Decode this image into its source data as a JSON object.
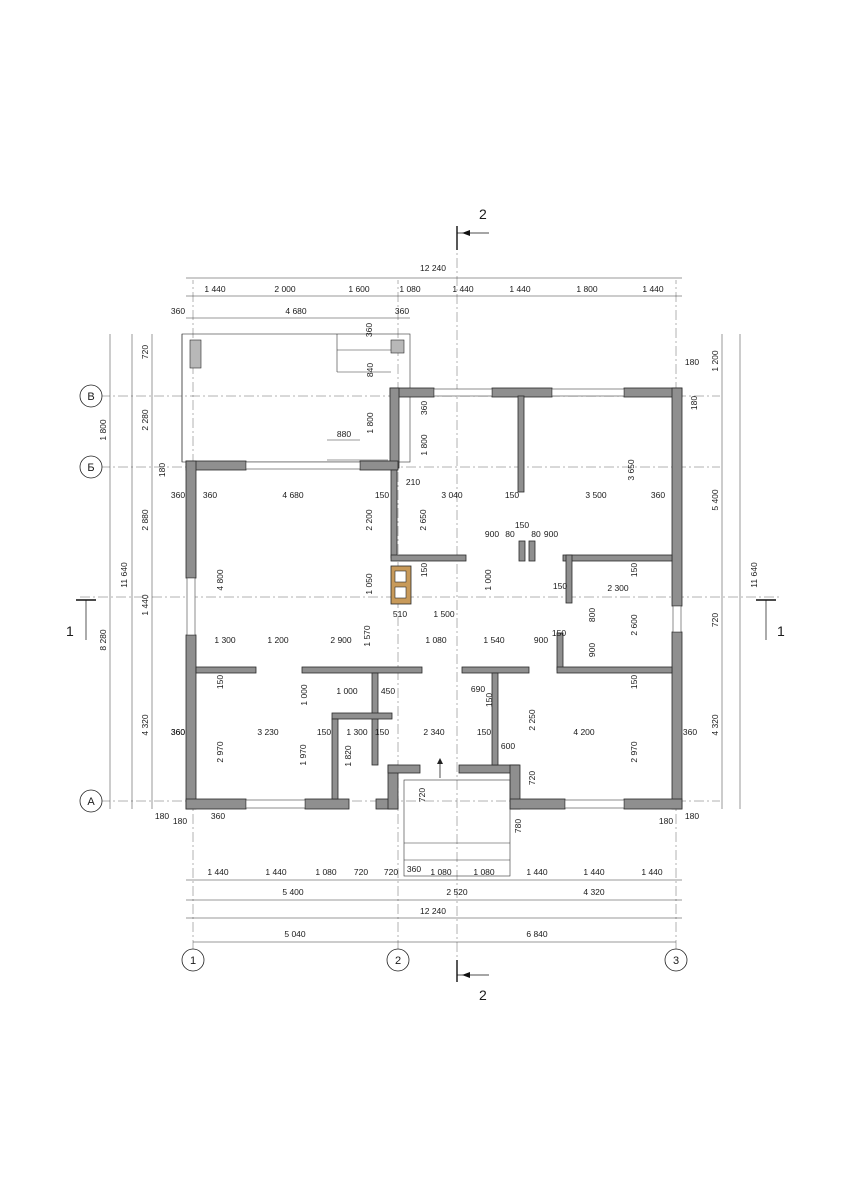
{
  "section_marks": {
    "top": "2",
    "bottom": "2",
    "left": "1",
    "right": "1"
  },
  "axes": {
    "col1": "1",
    "col2": "2",
    "col3": "3",
    "rowV": "В",
    "rowB": "Б",
    "rowA": "А"
  },
  "top_dims": {
    "overall": "12 240",
    "row1": [
      "1 440",
      "2 000",
      "1 600",
      "1 080",
      "1 440",
      "1 440",
      "1 800",
      "1 440"
    ],
    "porch": [
      "360",
      "4 680",
      "360"
    ]
  },
  "bottom_dims": {
    "row1": [
      "1 440",
      "1 440",
      "1 080",
      "720",
      "720",
      "360",
      "1 080",
      "1 080",
      "1 440",
      "1 440",
      "1 440"
    ],
    "row2": [
      "5 400",
      "2 520",
      "4 320"
    ],
    "overall": "12 240",
    "row4": [
      "5 040",
      "6 840"
    ],
    "edge": [
      "180",
      "180",
      "360",
      "180",
      "180"
    ]
  },
  "left_dims": {
    "outer": [
      "1 800",
      "11 640",
      "8 280"
    ],
    "inner": [
      "720",
      "2 280",
      "180",
      "2 880",
      "1 440",
      "4 320"
    ],
    "wall": [
      "360",
      "360"
    ]
  },
  "right_dims": {
    "outer": [
      "11 640"
    ],
    "inner": [
      "1 200",
      "5 400",
      "720",
      "4 320"
    ],
    "small": [
      "180",
      "180"
    ]
  },
  "interior_dims": [
    "360",
    "840",
    "360",
    "1 800",
    "880",
    "1 800",
    "210",
    "4 680",
    "150",
    "3 040",
    "150",
    "3 500",
    "3 650",
    "360",
    "360",
    "2 200",
    "2 650",
    "900",
    "80",
    "150",
    "80",
    "900",
    "150",
    "4 800",
    "1 050",
    "150",
    "1 000",
    "150",
    "2 300",
    "510",
    "1 500",
    "800",
    "2 600",
    "150",
    "900",
    "1 300",
    "1 200",
    "2 900",
    "1 570",
    "1 080",
    "1 540",
    "900",
    "150",
    "150",
    "1 000",
    "450",
    "690",
    "150",
    "1 000",
    "3 230",
    "2 340",
    "4 200",
    "360",
    "360",
    "150",
    "1 300",
    "150",
    "2 250",
    "150",
    "600",
    "2 970",
    "2 970",
    "1 970",
    "1 820",
    "720",
    "720",
    "780"
  ]
}
